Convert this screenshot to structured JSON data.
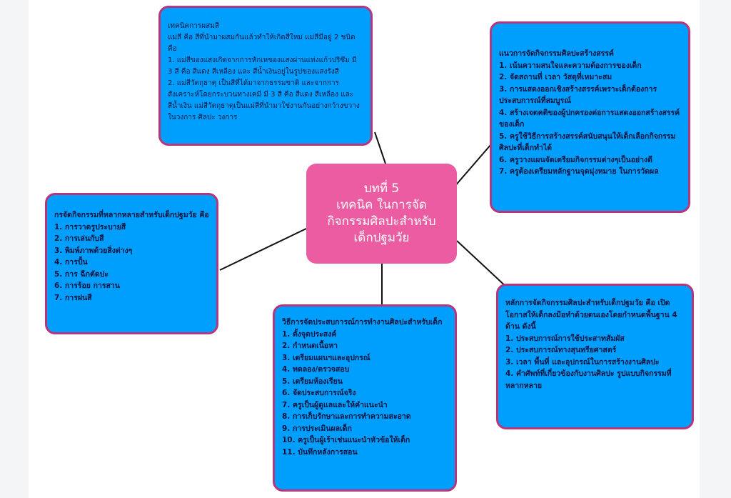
{
  "colors": {
    "node_fill": "#009ffd",
    "node_border": "#b8357c",
    "center_fill": "#ec5ca3",
    "center_text": "#ffffff",
    "node_text": "#0b1540",
    "connector": "#111111"
  },
  "center": {
    "lines": [
      "บทที่ 5",
      "เทคนิค ในการจัด",
      "กิจกรรมศิลปะสำหรับ",
      "เด็กปฐมวัย"
    ]
  },
  "nodes": {
    "color_mixing": {
      "title": "เทคนิคการผสมสี",
      "lines": [
        "แม่สี คือ สีที่นำมาผสมกันแล้วทำให้เกิดสีใหม่  แม่สีมีอยู่ 2 ชนิด คือ",
        "1. แม่สีของแสงเกิดจากการหักเหของแสงผ่านแท่งแก้วปริซึม มี 3 สี คือ สีแดง สีเหลือง และ สีน้ำเงินอยู่ในรูปของแสงรังสี",
        "2. แม่สีวัตถุธาตุ เป็นสีที่ได้มาจากธรรมชาติ และจากการสังเคราะห์โดยกระบวนทางเคมี มี 3 สี คือ สีแดง สีเหลือง และสีน้ำเงิน แม่สีวัตถุธาตุเป็นแม่สีที่นำมาใช่งานกันอย่างกว้างขวาง ในวงการ ศิลปะ วงการ"
      ]
    },
    "creative_guidelines": {
      "title": "แนวการจัดกิจกรรมศิลปะสร้างสรรค์",
      "lines": [
        "1. เน้นความสนใจและความต้องการของเด็ก",
        "2. จัดสถานที่ เวลา วัสดุที่เหมาะสม",
        "3. การแสดงออกเชิงสร้างสรรค์เพราะเด็กต้องการประสบการณ์ที่สมบูรณ์",
        "4. สร้างเจตคติของผู้ปกครองต่อการแสดงออกสร้างสรรค์ของเด็ก",
        "5. ครูใช้วิธีการสร้างสรรค์สนับสนุนให้เด็กเลือกกิจกรรมศิลปะที่เด็กทำได้",
        "6. ครูวางแผนจัดเตรียมกิจกรรมต่างๆเป็นอย่างดี",
        "7. ครูต้องเตรียมหลักฐานจุดมุ่งหมาย ในการวัดผล"
      ]
    },
    "varied_activities": {
      "title": "กรจัดกิจกรรมที่หลากหลายสำหรับเด็กปฐมวัย คือ",
      "lines": [
        "1. การวาดรูประบายสี",
        "2. การเล่นกับสี",
        "3. พิมพ์ภาพด้วยสิ่งต่างๆ",
        "4. การปั้น",
        "5. การ ฉีกตัดปะ",
        "6. การร้อย การสาน",
        "7. การฝนสี"
      ]
    },
    "experience_methods": {
      "title": "วิธีการจัดประสบการณ์การทำงานศิลปะสำหรับเด็ก",
      "lines": [
        "1. ตั้งจุดประสงค์",
        "2. กำหนดเนื้อหา",
        "3. เตรียมแผนฯและอุปกรณ์",
        "4. ทดลอง/ตรวจสอบ",
        "5. เตรียมห้องเรียน",
        "6. จัดประสบการณ์จริง",
        "7. ครูเป็นผู้ดูแลและให้คำแนะนำ",
        "8. การเก็บรักษาและการทำความสะอาด",
        "9. การประเมินผลเด็ก",
        "10. ครูเป็นผู้เร้าเช่นแนะนำหัวข้อให้เด็ก",
        "11. บันทึกหลังการสอน"
      ]
    },
    "principles": {
      "title": "หลักการจัดกิจกรรมศิลปะสำหรับเด็กปฐมวัย คือ เปิดโอกาสให้เด็กลงมือทำด้วยตนเองโดยกำหนดพื้นฐาน 4 ด้าน ดังนี้",
      "lines": [
        "1. ประสบการณ์การใช้ประสาทสัมผัส",
        "2. ประสบการณ์ทางสุนทรียศาสตร์",
        "3. เวลา พื้นที่ และอุปกรณ์ในการสร้างงานศิลปะ",
        "4. คำศัพท์ที่เกี่ยวข้องกับงานศิลปะ รูปแบบกิจกรรมที่หลากหลาย"
      ]
    }
  }
}
